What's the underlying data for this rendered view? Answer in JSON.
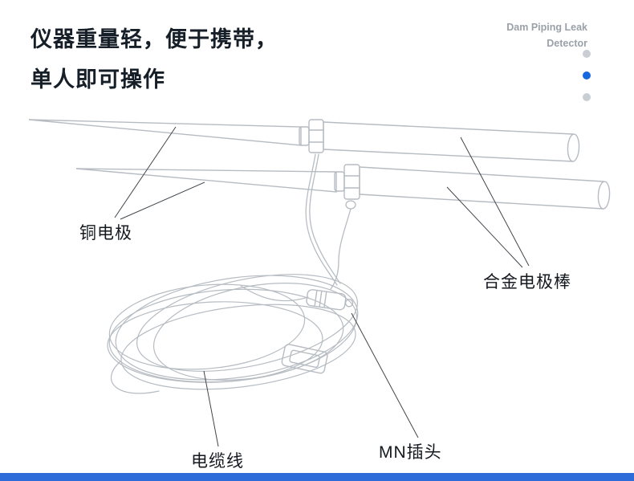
{
  "page": {
    "background": "#ffffff",
    "accent_blue": "#1668dc",
    "bottom_bar_blue": "#2e6cd9",
    "line_art_gray": "#b6bcc2",
    "leader_line_color": "#41464c",
    "text_dark": "#161e28",
    "brand_gray": "#9aa1a8"
  },
  "header": {
    "heading_line1": "仪器重量轻，便于携带，",
    "heading_line2": "单人即可操作"
  },
  "brand": {
    "line1": "Dam Piping Leak",
    "line2": "Detector"
  },
  "pagination": {
    "dots": [
      {
        "active": false
      },
      {
        "active": true
      },
      {
        "active": false
      }
    ]
  },
  "diagram": {
    "labels": {
      "copper_electrode": "铜电极",
      "alloy_rod": "合金电极棒",
      "cable": "电缆线",
      "mn_plug": "MN插头"
    }
  }
}
